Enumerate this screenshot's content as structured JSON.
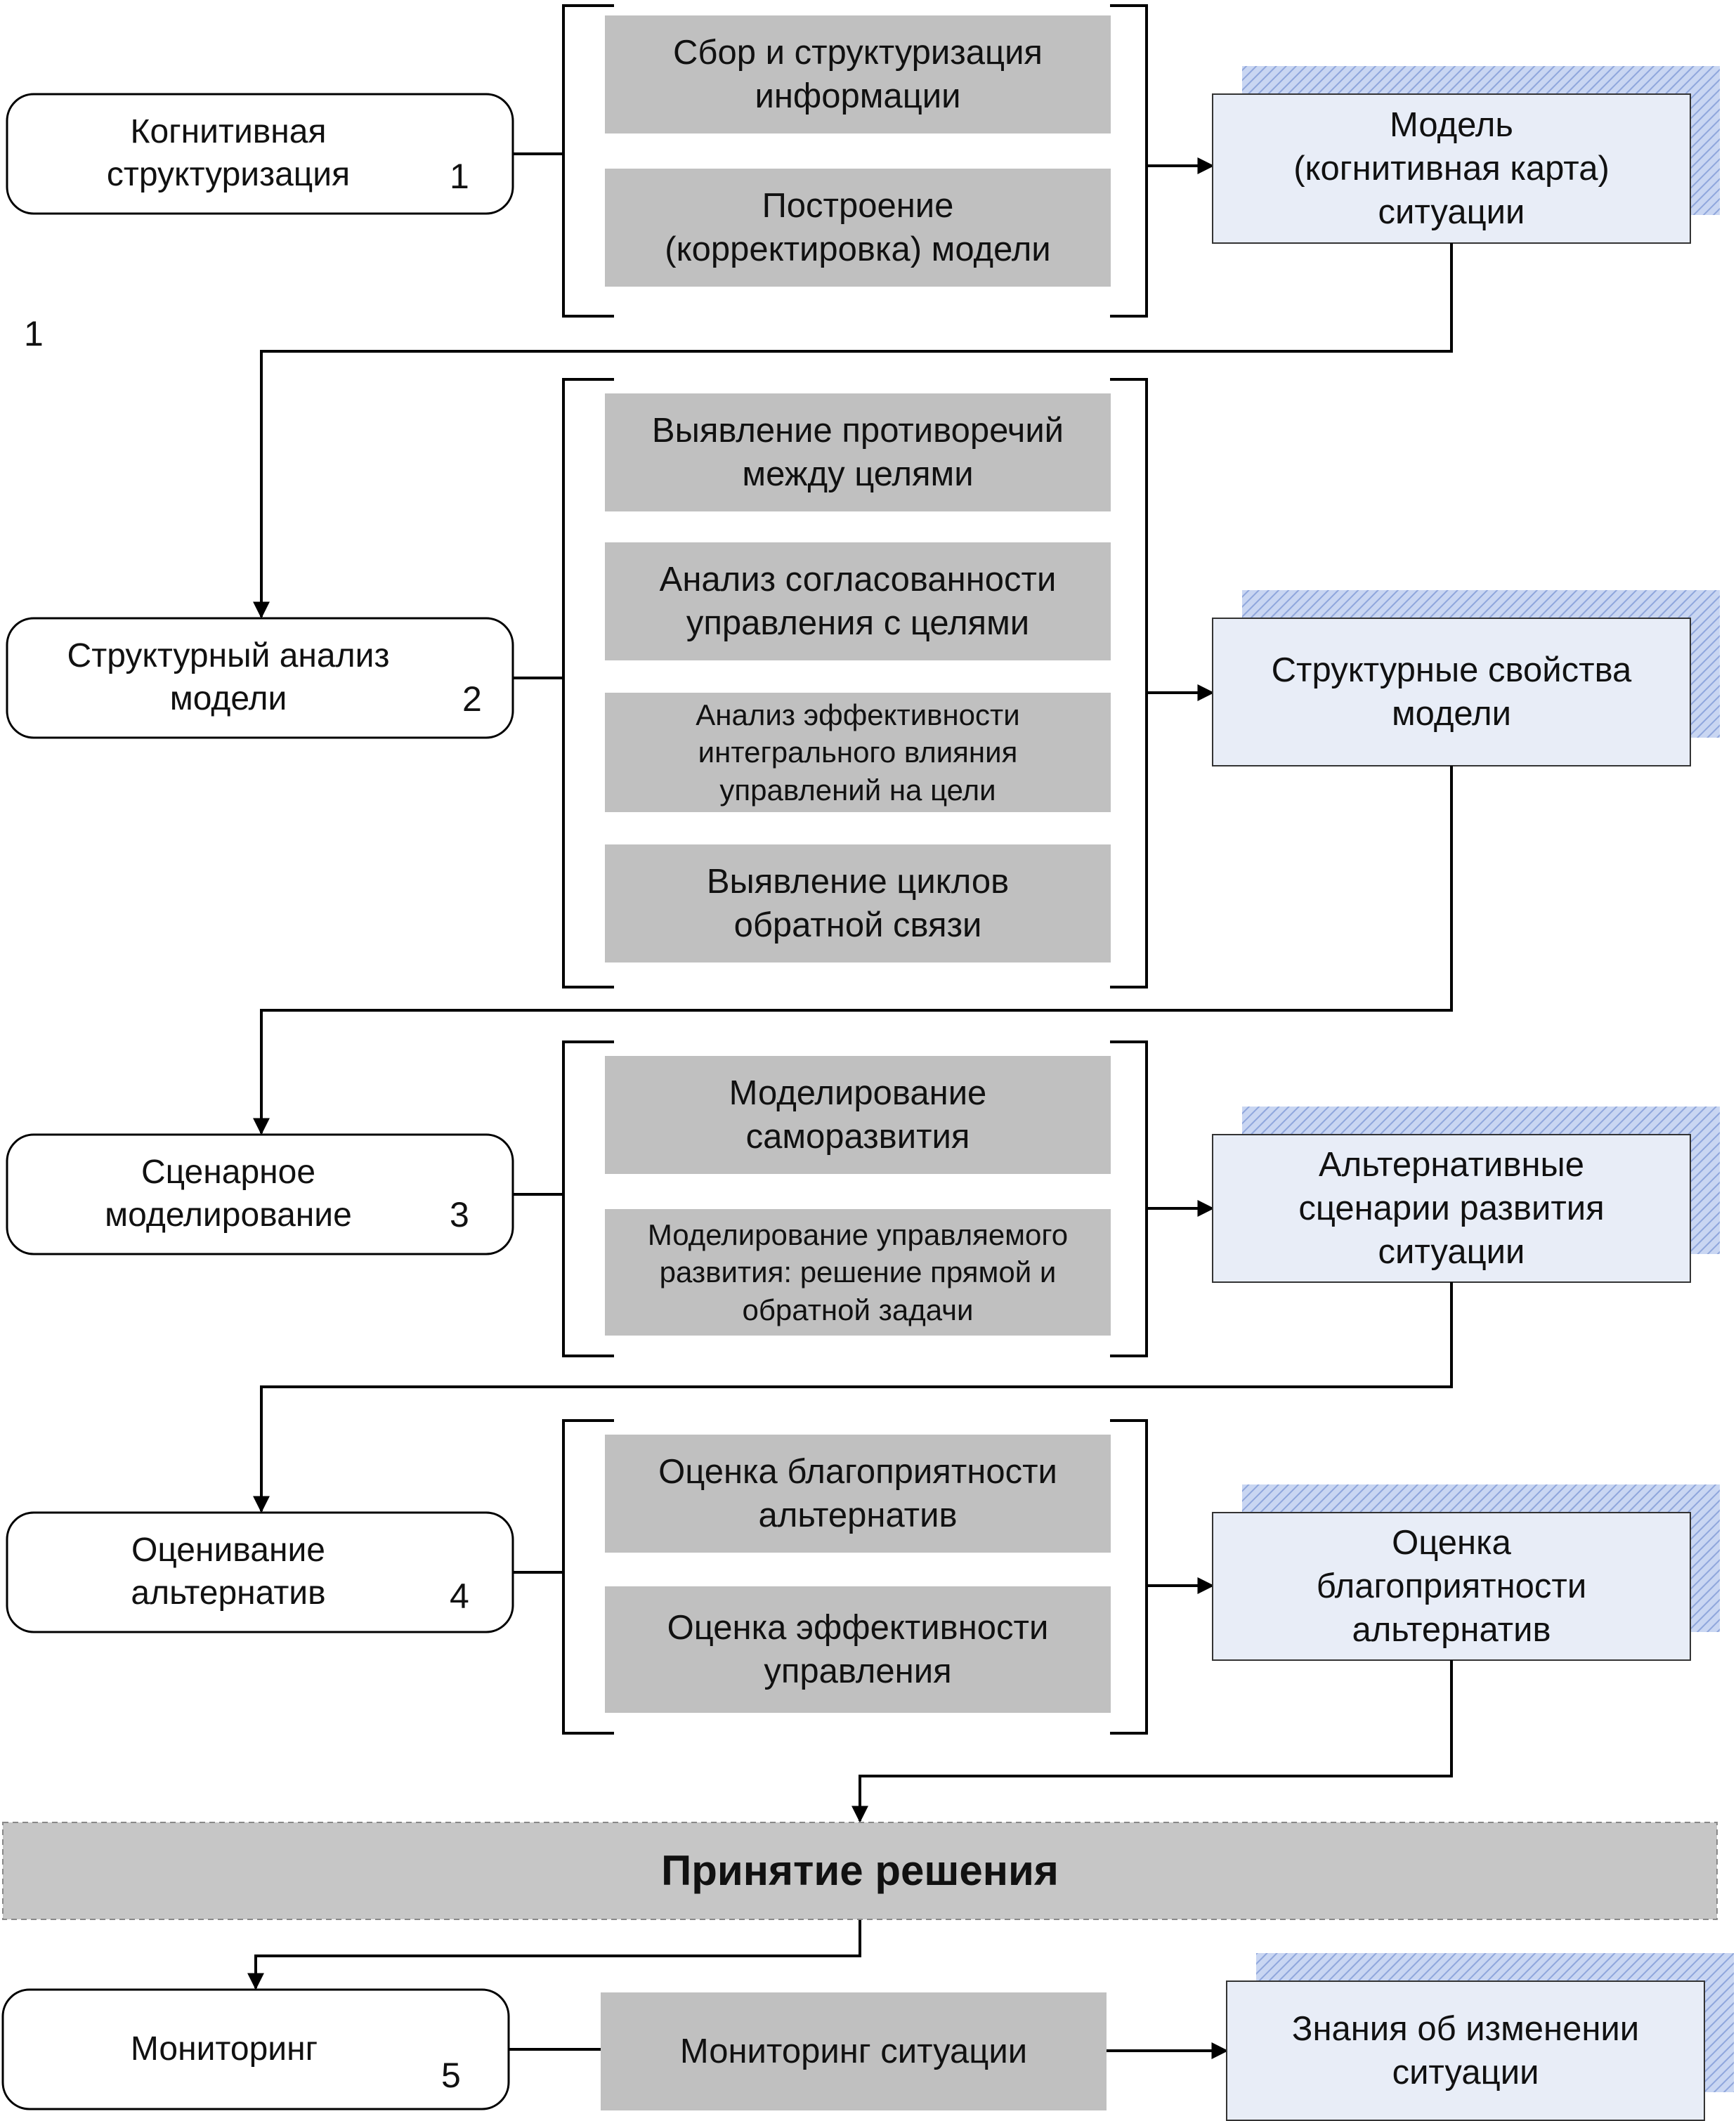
{
  "stray_label": "1",
  "stages": [
    {
      "label": "Когнитивная\nструктуризация",
      "number": "1",
      "tasks": [
        "Сбор и структуризация\nинформации",
        "Построение\n(корректировка) модели"
      ],
      "output": "Модель\n(когнитивная карта)\nситуации"
    },
    {
      "label": "Структурный анализ\nмодели",
      "number": "2",
      "tasks": [
        "Выявление противоречий\nмежду целями",
        "Анализ согласованности\nуправления с целями",
        "Анализ эффективности\nинтегрального влияния\nуправлений на цели",
        "Выявление циклов\nобратной связи"
      ],
      "output": "Структурные свойства\nмодели"
    },
    {
      "label": "Сценарное\nмоделирование",
      "number": "3",
      "tasks": [
        "Моделирование\nсаморазвития",
        "Моделирование управляемого\nразвития: решение прямой и\nобратной задачи"
      ],
      "output": "Альтернативные\nсценарии развития\nситуации"
    },
    {
      "label": "Оценивание\nальтернатив",
      "number": "4",
      "tasks": [
        "Оценка благоприятности\nальтернатив",
        "Оценка эффективности\nуправления"
      ],
      "output": "Оценка\nблагоприятности\nальтернатив"
    },
    {
      "label": "Мониторинг",
      "number": "5",
      "tasks": [
        "Мониторинг ситуации"
      ],
      "output": "Знания об изменении\nситуации"
    }
  ],
  "decision": "Принятие решения",
  "colors": {
    "task_fill": "#c0c0c0",
    "output_fill": "#e8edf7",
    "output_shadow": "#a9bde6",
    "decision_fill": "#c6c6c6",
    "line": "#000000"
  }
}
